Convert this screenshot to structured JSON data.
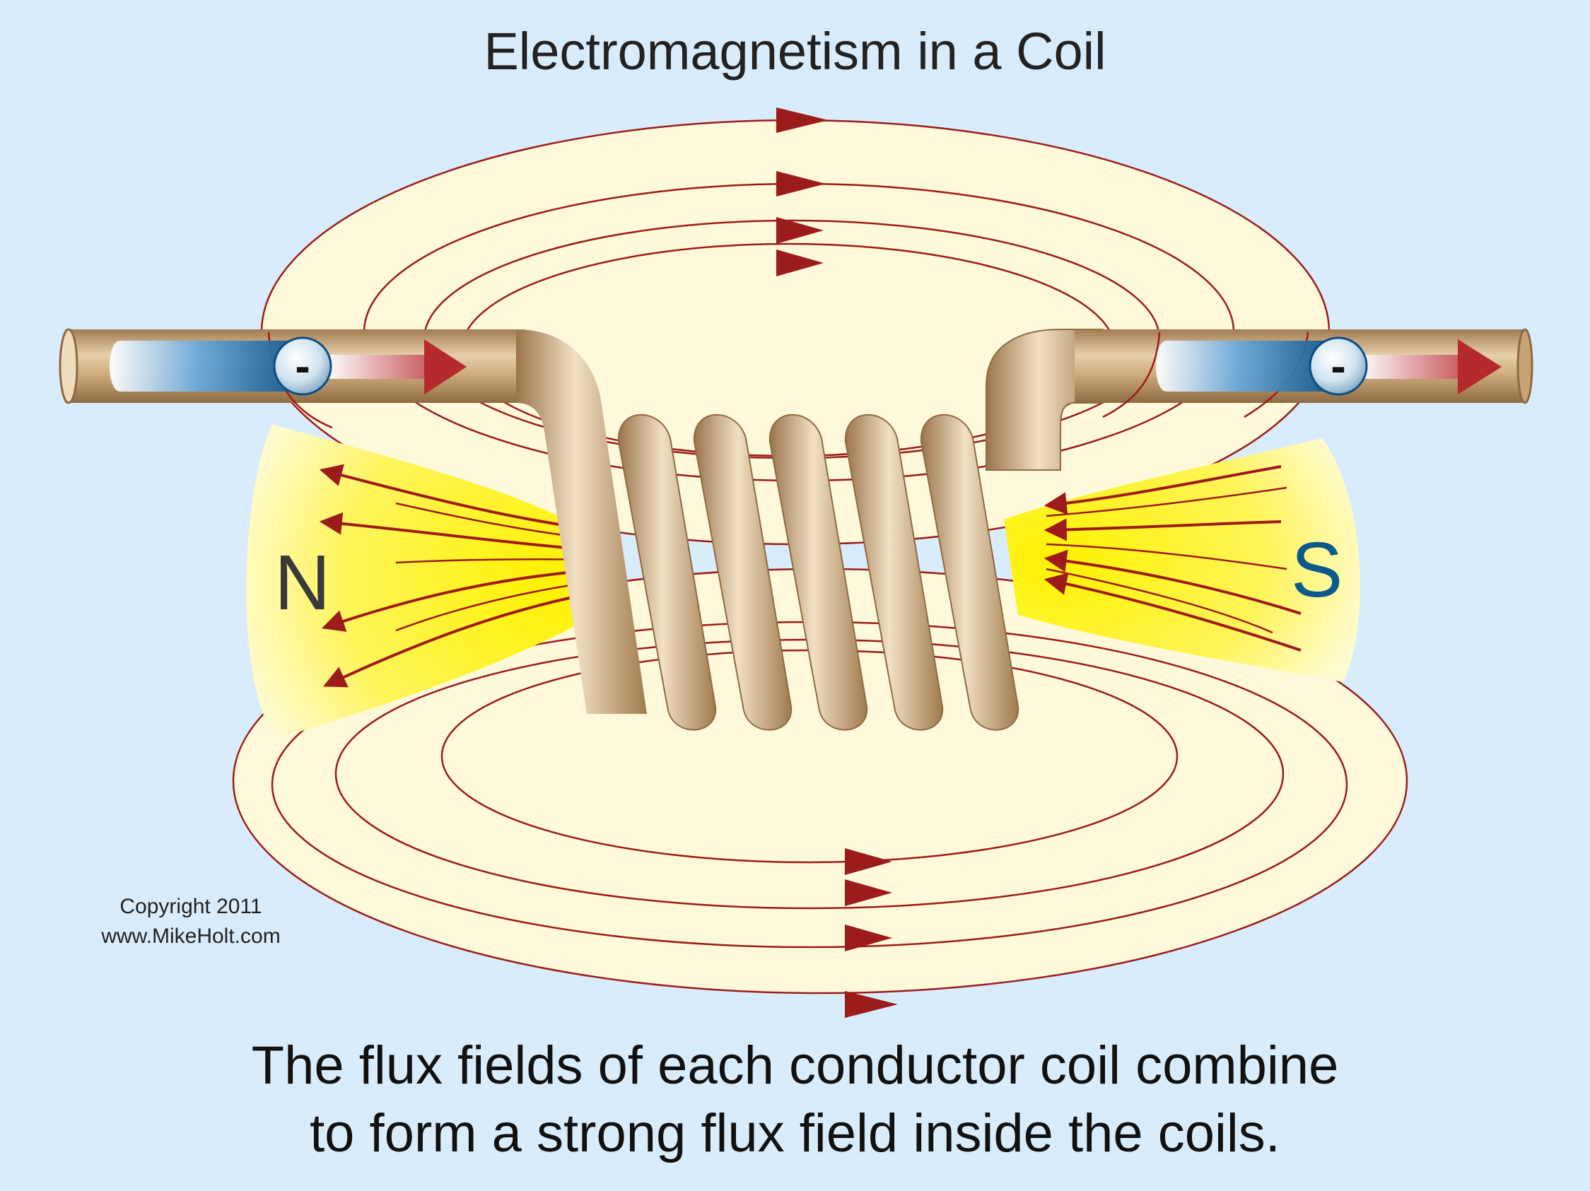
{
  "title": "Electromagnetism in a Coil",
  "caption": {
    "line1": "The flux fields of each conductor coil combine",
    "line2": "to form a strong flux field inside the coils."
  },
  "copyright": {
    "line1": "Copyright 2011",
    "line2": "www.MikeHolt.com"
  },
  "poles": {
    "north": "N",
    "south": "S"
  },
  "electron_label": "-",
  "colors": {
    "background": "#d9ecfb",
    "field": "#fdf9da",
    "field_line": "#9c1b1b",
    "pole_glow": "#fff200",
    "copper": "#c9a374",
    "electron": "#0b4f84"
  }
}
